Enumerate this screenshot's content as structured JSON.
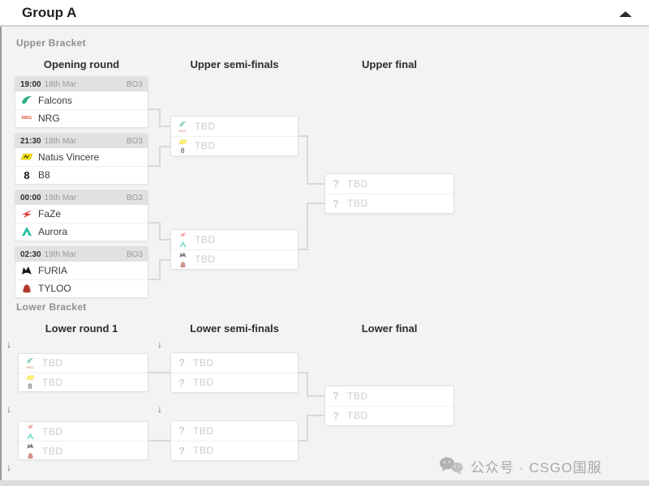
{
  "header": {
    "title": "Group A"
  },
  "upper": {
    "section_label": "Upper Bracket",
    "columns": {
      "c1": "Opening round",
      "c2": "Upper semi-finals",
      "c3": "Upper final"
    },
    "m1": {
      "time": "19:00",
      "date": "18th Mar",
      "format": "BO3",
      "team1": "Falcons",
      "team2": "NRG"
    },
    "m2": {
      "time": "21:30",
      "date": "18th Mar",
      "format": "BO3",
      "team1": "Natus Vincere",
      "team2": "B8"
    },
    "m3": {
      "time": "00:00",
      "date": "19th Mar",
      "format": "BO3",
      "team1": "FaZe",
      "team2": "Aurora"
    },
    "m4": {
      "time": "02:30",
      "date": "19th Mar",
      "format": "BO3",
      "team1": "FURIA",
      "team2": "TYLOO"
    },
    "sf1": {
      "slot1": "TBD",
      "slot2": "TBD"
    },
    "sf2": {
      "slot1": "TBD",
      "slot2": "TBD"
    },
    "final": {
      "slot1": "TBD",
      "slot2": "TBD"
    }
  },
  "lower": {
    "section_label": "Lower Bracket",
    "columns": {
      "c1": "Lower round 1",
      "c2": "Lower semi-finals",
      "c3": "Lower final"
    },
    "r1m1": {
      "slot1": "TBD",
      "slot2": "TBD"
    },
    "r1m2": {
      "slot1": "TBD",
      "slot2": "TBD"
    },
    "sf1": {
      "slot1": "TBD",
      "slot2": "TBD"
    },
    "sf2": {
      "slot1": "TBD",
      "slot2": "TBD"
    },
    "final": {
      "slot1": "TBD",
      "slot2": "TBD"
    }
  },
  "watermark": {
    "text": "公众号 · CSGO国服"
  },
  "colors": {
    "falcons_green": "#2fae84",
    "nrg_orange": "#e0523c",
    "navi_yellow": "#ffe400",
    "faze_red": "#e23b34",
    "aurora_teal": "#1fbfa4",
    "furia_black": "#161616",
    "tyloo_red": "#b03a2e",
    "header_bg": "#e1e1e1",
    "connector": "#d8d8d8"
  }
}
